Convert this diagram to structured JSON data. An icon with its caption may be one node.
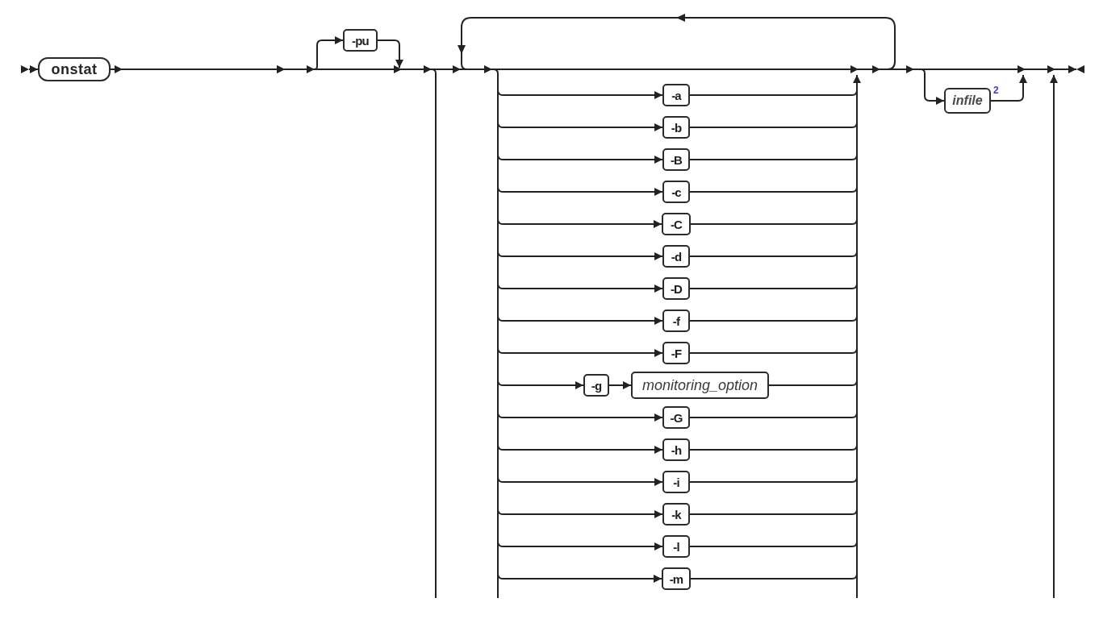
{
  "diagram": {
    "nodes": [
      {
        "text": [
          "onstat"
        ]
      },
      {
        "text": [
          "-pu"
        ]
      },
      {
        "text": [
          "-a"
        ]
      },
      {
        "text": [
          "-b"
        ]
      },
      {
        "text": [
          "-B"
        ]
      },
      {
        "text": [
          "-c"
        ]
      },
      {
        "text": [
          "-C"
        ]
      },
      {
        "text": [
          "-d"
        ]
      },
      {
        "text": [
          "-D"
        ]
      },
      {
        "text": [
          "-f"
        ]
      },
      {
        "text": [
          "-F"
        ]
      },
      {
        "text": [
          "-g"
        ]
      },
      {
        "text": [
          "monitoring_option"
        ]
      },
      {
        "text": [
          "-G"
        ]
      },
      {
        "text": [
          "-h"
        ]
      },
      {
        "text": [
          "-i"
        ]
      },
      {
        "text": [
          "-k"
        ]
      },
      {
        "text": [
          "-l"
        ]
      },
      {
        "text": [
          "-m"
        ]
      },
      {
        "text": [
          "infile"
        ],
        "beside": [
          "2"
        ]
      }
    ],
    "edges": [
      {
        "from": null,
        "to": 0,
        "arrow": "to"
      },
      {
        "from": 0,
        "to": null,
        "arrow": "to"
      },
      {
        "from": null,
        "to": 1,
        "arrow": "to"
      },
      {
        "from": 1,
        "to": null,
        "arrow": "to"
      },
      {
        "from": null,
        "to": 2,
        "arrow": "to"
      },
      {
        "from": 2,
        "to": null,
        "arrow": "none"
      },
      {
        "from": null,
        "to": 3,
        "arrow": "to"
      },
      {
        "from": 3,
        "to": null,
        "arrow": "none"
      },
      {
        "from": null,
        "to": 4,
        "arrow": "to"
      },
      {
        "from": 4,
        "to": null,
        "arrow": "none"
      },
      {
        "from": null,
        "to": 5,
        "arrow": "to"
      },
      {
        "from": 5,
        "to": null,
        "arrow": "none"
      },
      {
        "from": null,
        "to": 6,
        "arrow": "to"
      },
      {
        "from": 6,
        "to": null,
        "arrow": "none"
      },
      {
        "from": null,
        "to": 7,
        "arrow": "to"
      },
      {
        "from": 7,
        "to": null,
        "arrow": "none"
      },
      {
        "from": null,
        "to": 8,
        "arrow": "to"
      },
      {
        "from": 8,
        "to": null,
        "arrow": "none"
      },
      {
        "from": null,
        "to": 9,
        "arrow": "to"
      },
      {
        "from": 9,
        "to": null,
        "arrow": "none"
      },
      {
        "from": null,
        "to": 10,
        "arrow": "to"
      },
      {
        "from": 10,
        "to": null,
        "arrow": "none"
      },
      {
        "from": null,
        "to": 11,
        "arrow": "to"
      },
      {
        "from": 11,
        "to": 12,
        "arrow": "to"
      },
      {
        "from": 12,
        "to": null,
        "arrow": "none"
      },
      {
        "from": null,
        "to": 13,
        "arrow": "to"
      },
      {
        "from": 13,
        "to": null,
        "arrow": "none"
      },
      {
        "from": null,
        "to": 14,
        "arrow": "to"
      },
      {
        "from": 14,
        "to": null,
        "arrow": "none"
      },
      {
        "from": null,
        "to": 15,
        "arrow": "to"
      },
      {
        "from": 15,
        "to": null,
        "arrow": "none"
      },
      {
        "from": null,
        "to": 16,
        "arrow": "to"
      },
      {
        "from": 16,
        "to": null,
        "arrow": "none"
      },
      {
        "from": null,
        "to": 17,
        "arrow": "to"
      },
      {
        "from": 17,
        "to": null,
        "arrow": "none"
      },
      {
        "from": null,
        "to": 18,
        "arrow": "to"
      },
      {
        "from": 18,
        "to": null,
        "arrow": "none"
      },
      {
        "from": null,
        "to": 19,
        "arrow": "to"
      },
      {
        "from": 19,
        "to": null,
        "arrow": "to"
      }
    ]
  }
}
